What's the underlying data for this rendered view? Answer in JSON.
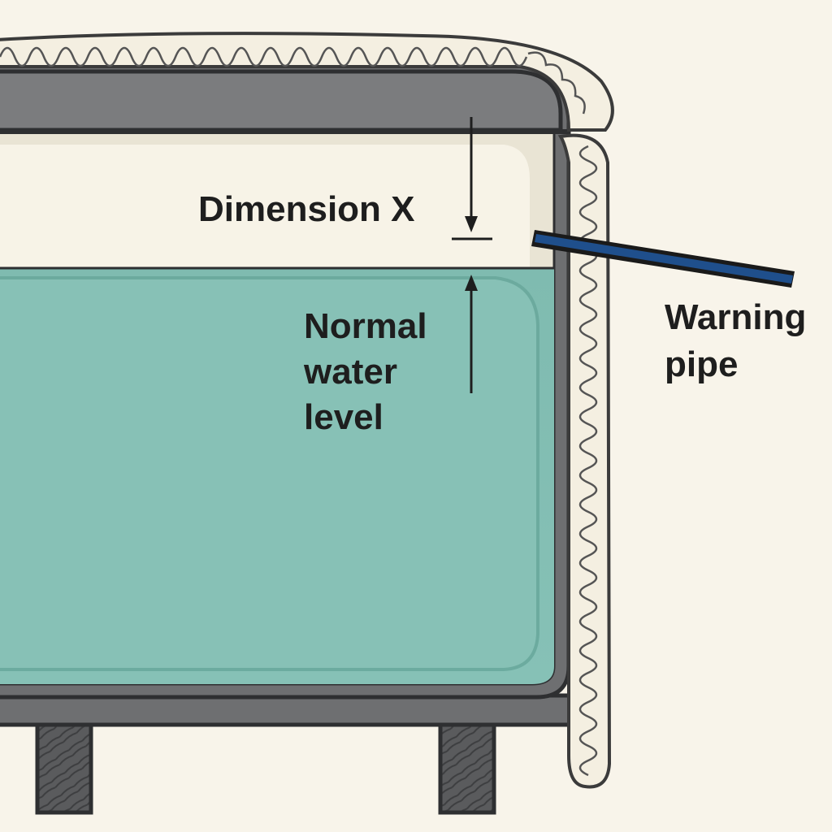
{
  "labels": {
    "dimension": "Dimension X",
    "normal_water_level": [
      "Normal",
      "water",
      "level"
    ],
    "warning_pipe": [
      "Warning",
      "pipe"
    ]
  },
  "colors": {
    "background": "#f8f4ea",
    "water": "#86c1b6",
    "water_edge": "#5f9d92",
    "air_gap": "#f3efe2",
    "tank_wall": "#6e6f71",
    "tank_wall_dark": "#3a3b3d",
    "lid": "#7b7c7e",
    "insulation": "#f4efe1",
    "insulation_stroke": "#4b4b4b",
    "pipe": "#1f4f8c",
    "support": "#58595b"
  }
}
